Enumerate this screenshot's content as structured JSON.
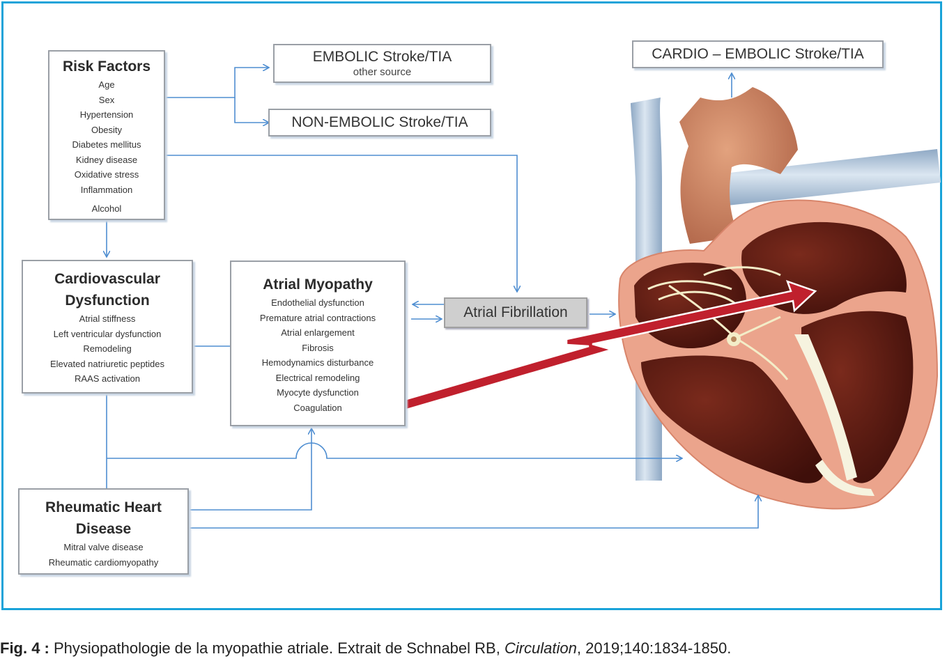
{
  "risk_factors": {
    "title": "Risk Factors",
    "items": [
      "Age",
      "Sex",
      "Hypertension",
      "Obesity",
      "Diabetes mellitus",
      "Kidney disease",
      "Oxidative stress",
      "Inflammation",
      "Alcohol"
    ]
  },
  "cardiovascular": {
    "title_line1": "Cardiovascular",
    "title_line2": "Dysfunction",
    "items": [
      "Atrial stiffness",
      "Left ventricular dysfunction",
      "Remodeling",
      "Elevated natriuretic peptides",
      "RAAS activation"
    ]
  },
  "atrial_myopathy": {
    "title": "Atrial Myopathy",
    "items": [
      "Endothelial dysfunction",
      "Premature atrial contractions",
      "Atrial enlargement",
      "Fibrosis",
      "Hemodynamics disturbance",
      "Electrical remodeling",
      "Myocyte dysfunction",
      "Coagulation"
    ]
  },
  "rheumatic": {
    "title_line1": "Rheumatic Heart",
    "title_line2": "Disease",
    "items": [
      "Mitral valve disease",
      "Rheumatic cardiomyopathy"
    ]
  },
  "embolic": {
    "title": "EMBOLIC Stroke/TIA",
    "sub": "other source"
  },
  "non_embolic": {
    "title": "NON-EMBOLIC Stroke/TIA"
  },
  "cardio_embolic": {
    "title": "CARDIO – EMBOLIC Stroke/TIA"
  },
  "atrial_fibrillation": {
    "label": "Atrial Fibrillation"
  },
  "caption": {
    "label": "Fig. 4 :",
    "text_before": " Physiopathologie de la myopathie atriale. Extrait de Schnabel RB, ",
    "journal": "Circulation",
    "text_after": ", 2019;140:1834-1850."
  },
  "colors": {
    "frame": "#1aa3d9",
    "arrow_blue": "#4f8ed1",
    "red_arrow": "#c0202d",
    "heart_muscle": "#eba48c",
    "heart_chamber": "#5a1a12",
    "vessel": "#a9bfd6"
  }
}
